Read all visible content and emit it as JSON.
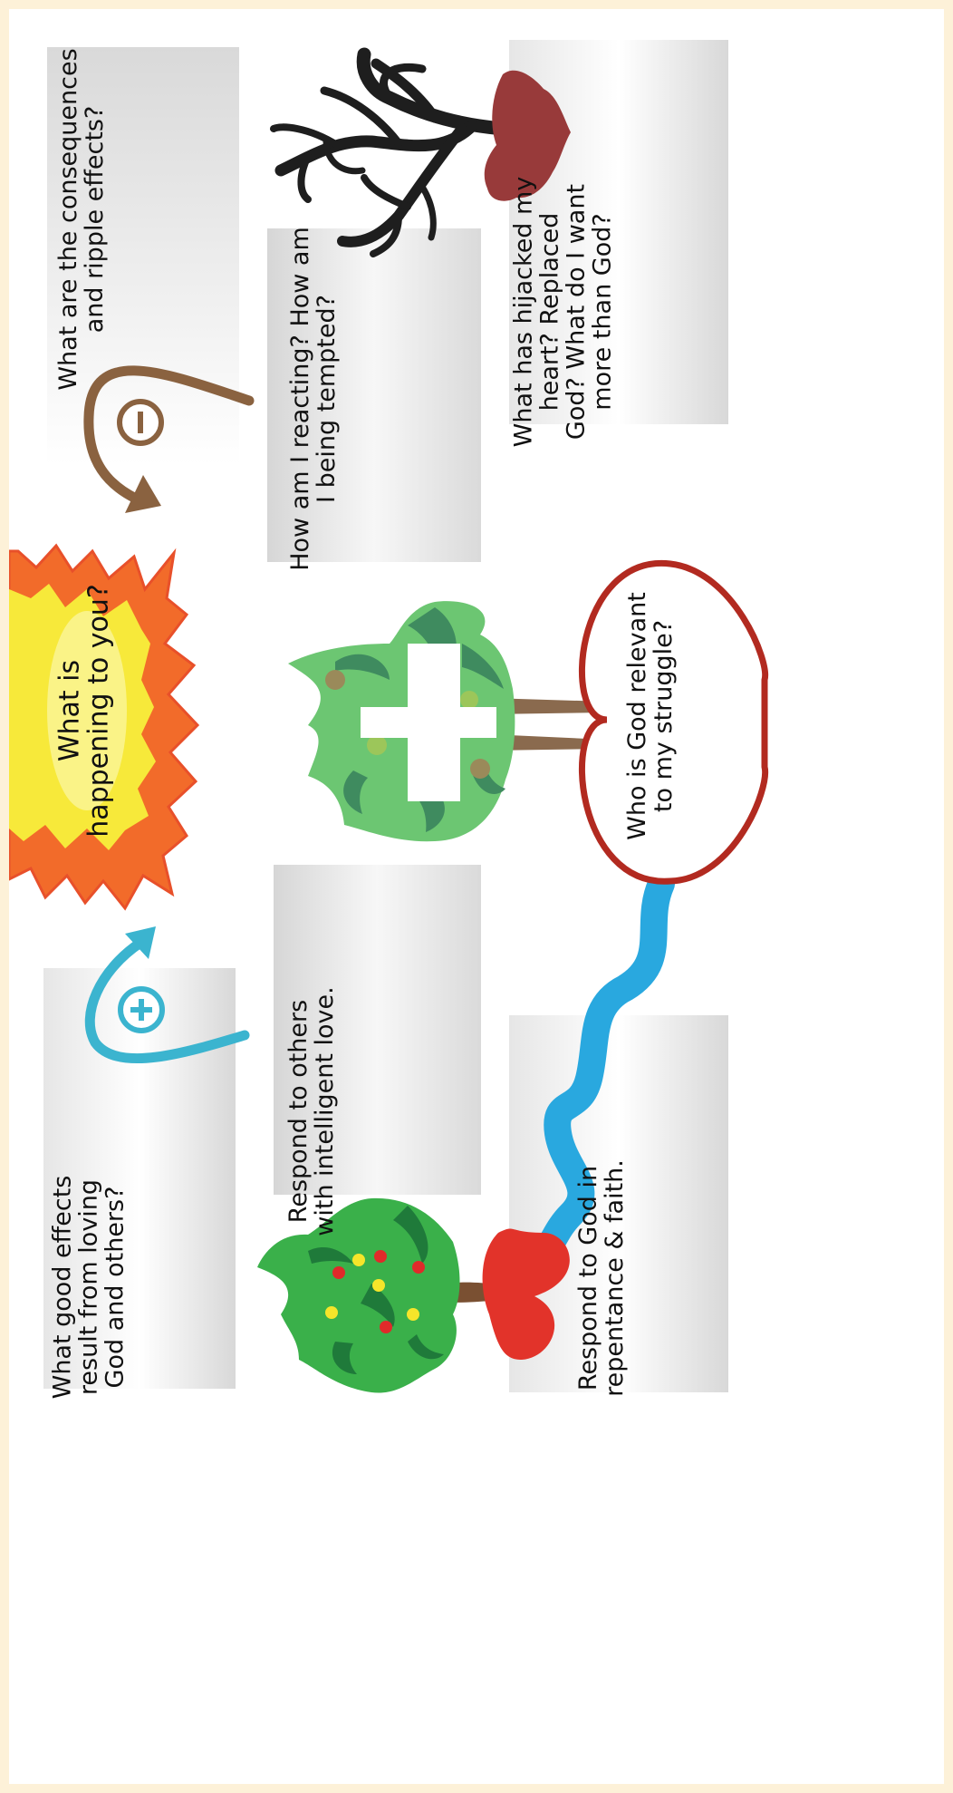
{
  "center": {
    "question": "What is\nhappening to you?"
  },
  "top_left": {
    "question": "What are the consequences\nand ripple effects?",
    "sign": "−"
  },
  "top_middle": {
    "question": "How am I reacting? How am\nI being tempted?"
  },
  "top_right": {
    "question": "What has hijacked my\nheart? Replaced\nGod? What do I want\nmore than God?"
  },
  "heart_outline": {
    "question": "Who is God relevant\nto my struggle?"
  },
  "bottom_left": {
    "question": "What good effects\nresult from loving\nGod and others?",
    "sign": "+"
  },
  "bottom_middle": {
    "question": "Respond to others\nwith intelligent love."
  },
  "bottom_right": {
    "question": "Respond to God in\nrepentance & faith."
  },
  "colors": {
    "negative_arrow": "#8a6240",
    "positive_arrow": "#3bb4cf",
    "sun_outer": "#f26b2a",
    "sun_inner": "#f7e93a",
    "heart_outline": "#b22a20",
    "heart_red": "#e2332a",
    "root_dark_red": "#983a3a",
    "river": "#29a8df",
    "fruit_tree": "#3ab04a",
    "cross_tree": "#6cc672",
    "dead_tree": "#1e1e1e"
  }
}
